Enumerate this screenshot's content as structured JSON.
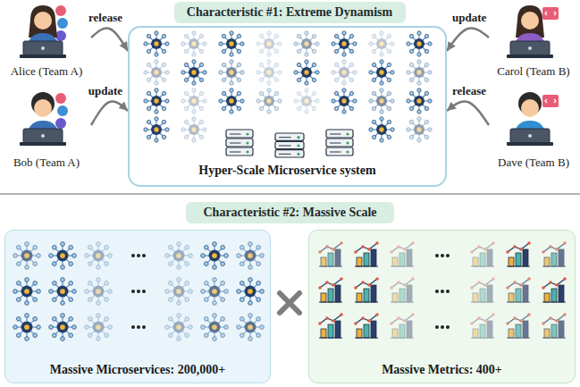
{
  "diagram": {
    "nodes": [
      {
        "text": [
          "Characteristic #1: Extreme Dynamism"
        ]
      },
      {
        "text": [
          "Alice (Team A)"
        ]
      },
      {
        "text": [
          "Hyper-Scale Microservice system"
        ]
      },
      {
        "text": [
          "Carol (Team B)"
        ]
      },
      {
        "text": [
          "Bob (Team A)"
        ]
      },
      {
        "text": [
          "Dave (Team B)"
        ]
      },
      {
        "text": [
          "Characteristic #2: Massive Scale"
        ]
      },
      {
        "text": [
          "Massive Microservices: 200,000+"
        ]
      },
      {
        "text": [
          "Massive Metrics: 400+"
        ]
      }
    ],
    "edges": [
      {
        "from": 1,
        "to": 2,
        "label": "release",
        "arrow": "to"
      },
      {
        "from": 4,
        "to": 2,
        "label": "update",
        "arrow": "to"
      },
      {
        "from": 3,
        "to": 2,
        "label": "update",
        "arrow": "to"
      },
      {
        "from": 5,
        "to": 2,
        "label": "release",
        "arrow": "to"
      }
    ]
  }
}
